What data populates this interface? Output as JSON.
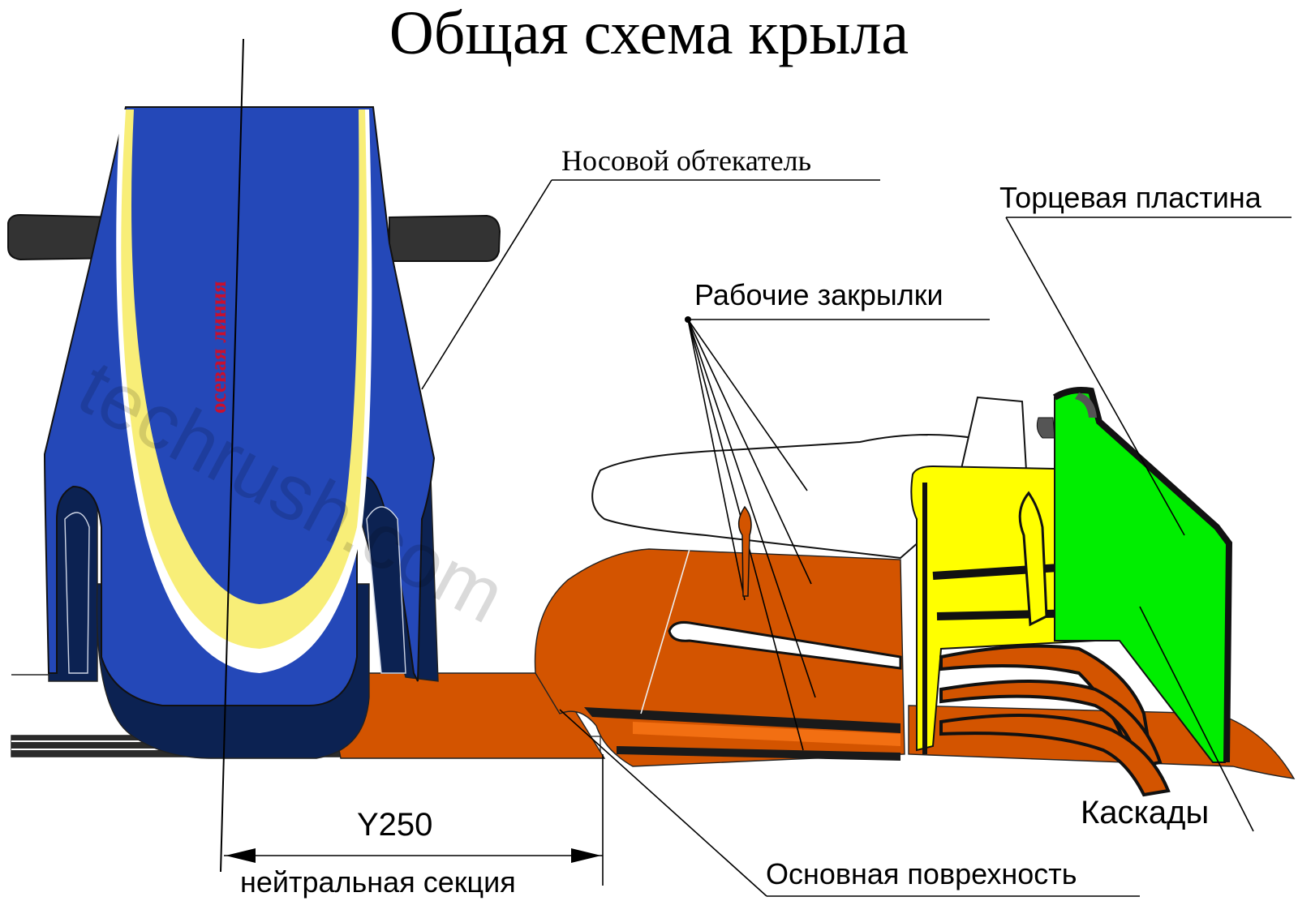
{
  "diagram": {
    "title": "Общая схема крыла",
    "axis_label": "осевая линия",
    "watermark": "techrush.com",
    "labels": {
      "nose_cone": "Носовой обтекатель",
      "endplate": "Торцевая пластина",
      "flaps": "Рабочие закрылки",
      "cascades": "Каскады",
      "main_surface": "Основная поврехность",
      "neutral_section": "нейтральная секция",
      "dimension": "Y250"
    },
    "colors": {
      "nose_blue": "#2448b8",
      "nose_dark": "#0c2252",
      "stripe_yellow": "#f8ee78",
      "wing_orange": "#d35400",
      "cascade_yellow": "#ffff00",
      "endplate_green": "#00ee00",
      "axis_label_red": "#c8102e"
    }
  }
}
